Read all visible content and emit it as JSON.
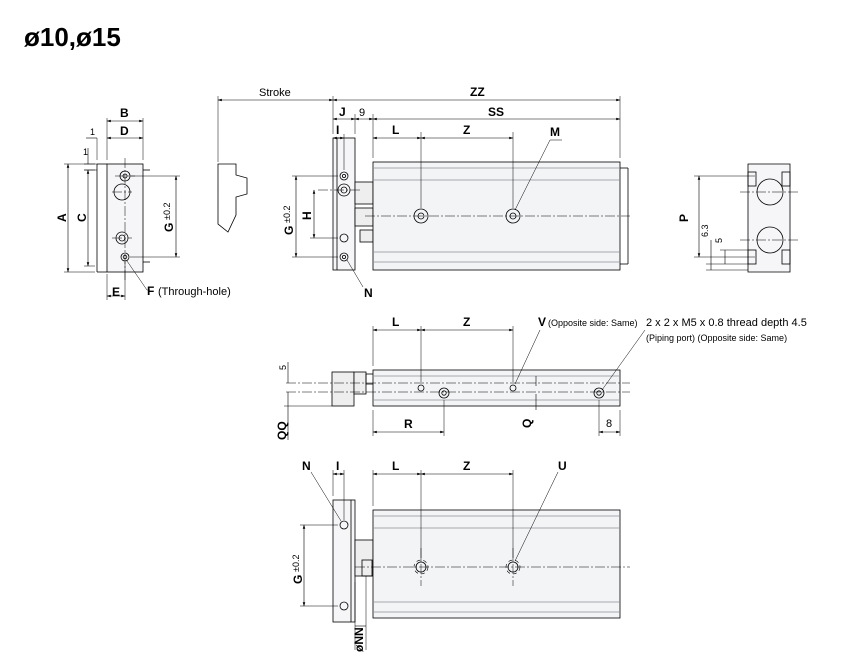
{
  "title": "ø10,ø15",
  "labels": {
    "stroke": "Stroke",
    "zz": "ZZ",
    "ss": "SS",
    "j": "J",
    "nine": "9",
    "i_top": "I",
    "l_top": "L",
    "z_top": "Z",
    "m": "M",
    "b": "B",
    "one": "1",
    "d": "D",
    "one_v": "1",
    "a": "A",
    "c": "C",
    "g_side_letter": "G",
    "g_side_tol": "±0.2",
    "e": "E",
    "f": "F",
    "f_note": "(Through-hole)",
    "g_top_letter": "G",
    "g_top_tol": "±0.2",
    "h": "H",
    "n_top": "N",
    "p": "P",
    "p63": "6.3",
    "p5": "5",
    "l_mid": "L",
    "z_mid": "Z",
    "v": "V",
    "v_note": "(Opposite side: Same)",
    "port_spec": "2 x 2 x M5 x 0.8 thread depth 4.5",
    "port_note": "(Piping port) (Opposite side: Same)",
    "five_mid": "5",
    "qq": "QQ",
    "r": "R",
    "q": "Q",
    "eight": "8",
    "n_bot": "N",
    "i_bot": "I",
    "l_bot": "L",
    "z_bot": "Z",
    "u": "U",
    "g_bot_letter": "G",
    "g_bot_tol": "±0.2",
    "nn": "øNN"
  }
}
